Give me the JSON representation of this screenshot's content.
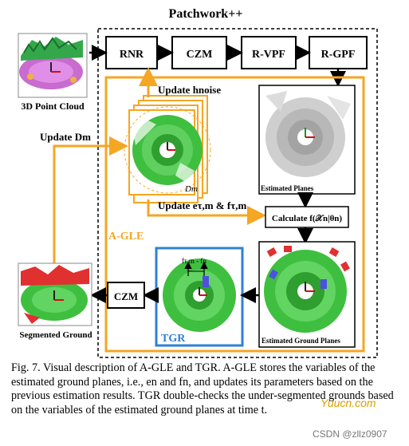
{
  "figure": {
    "title": "Patchwork++",
    "blocks": {
      "rnr": "RNR",
      "czm_top": "CZM",
      "rvpf": "R-VPF",
      "rgpf": "R-GPF",
      "czm_bottom": "CZM",
      "calculate": "Calculate f(𝒳n|θn)"
    },
    "labels": {
      "point_cloud": "3D Point Cloud",
      "segmented_ground": "Segmented Ground",
      "update_dm": "Update Dm",
      "update_hnoise": "Update hnoise",
      "update_e_f": "Update eτ,m & fτ,m",
      "dm_tag": "Dm",
      "estimated_planes": "Estimated Planes",
      "estimated_ground_planes": "Estimated Ground Planes",
      "agle": "A-GLE",
      "tgr": "TGR",
      "tgr_formula": "fτ,m - fn"
    },
    "colors": {
      "agle_orange": "#f5a623",
      "tgr_blue": "#2f80d8",
      "ground_green": "#3fbf3f",
      "noise_red": "#e03030"
    }
  },
  "caption": {
    "text": "Fig. 7. Visual description of A-GLE and TGR. A-GLE stores the variables of the estimated ground planes, i.e., en and fn, and updates its parameters based on the previous estimation results. TGR double-checks the under-segmented grounds based on the variables of the estimated ground planes at time t."
  },
  "watermarks": {
    "site": "Yuucn.com",
    "author": "CSDN @zllz0907"
  }
}
